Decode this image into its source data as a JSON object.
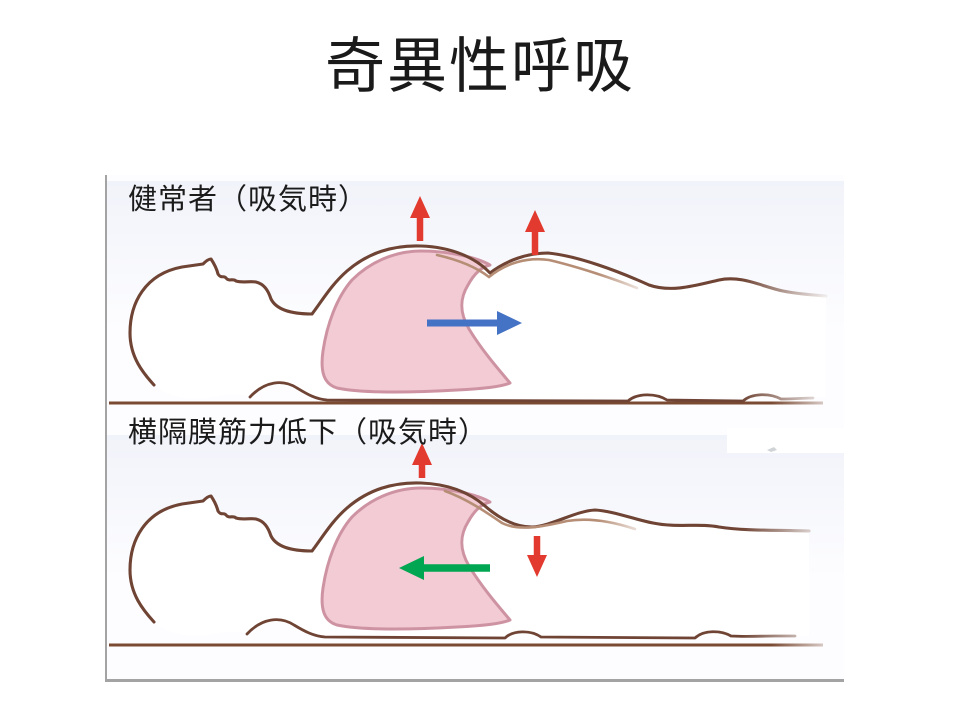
{
  "slide": {
    "title": "奇異性呼吸"
  },
  "figure": {
    "panels": [
      {
        "id": "healthy",
        "label": "健常者（吸気時）",
        "arrows": [
          {
            "name": "abdomen-up-arrow",
            "direction": "up",
            "color": "red"
          },
          {
            "name": "chest-up-arrow",
            "direction": "up",
            "color": "red"
          },
          {
            "name": "diaphragm-descent-arrow",
            "direction": "right",
            "color": "blue"
          }
        ]
      },
      {
        "id": "diaphragm-weakness",
        "label": "横隔膜筋力低下（吸気時）",
        "arrows": [
          {
            "name": "abdomen-up-arrow",
            "direction": "up",
            "color": "red"
          },
          {
            "name": "chest-down-arrow",
            "direction": "down",
            "color": "red"
          },
          {
            "name": "diaphragm-pulled-up-arrow",
            "direction": "left",
            "color": "green"
          }
        ]
      }
    ]
  },
  "colors": {
    "red_arrow": "#e23a2e",
    "blue_arrow": "#4472c4",
    "green_arrow": "#00a651",
    "outline_brown": "#6f4434",
    "inner_tan": "#b68e76",
    "dome_fill": "#f2cbd4",
    "dome_stroke": "#ce93a2",
    "ground_brown": "#7a4a33",
    "panel_tint": "#f1f3fa",
    "border_gray": "#a3a3a3",
    "label_text": "#1b1b1b",
    "title_text": "#1a1a1a"
  }
}
